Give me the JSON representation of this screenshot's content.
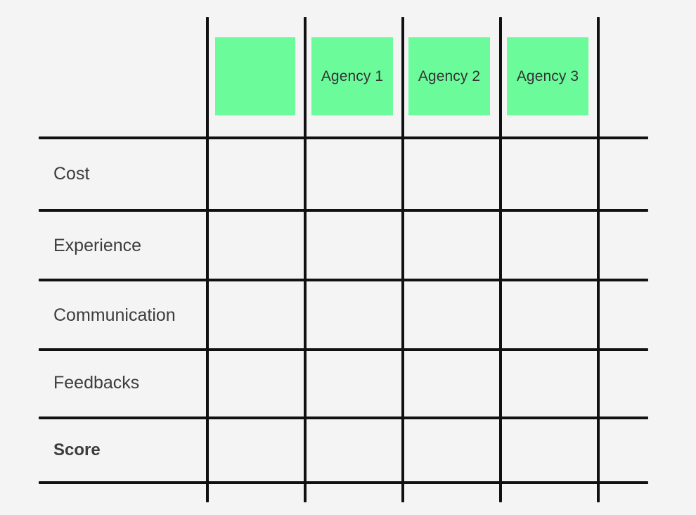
{
  "board": {
    "background_color": "#f4f4f4",
    "stroke_color": "#111111",
    "accent_color": "#6bfb9b",
    "text_color": "#3c3c3c"
  },
  "table": {
    "corner_header": {
      "label": "",
      "has_card": true
    },
    "column_headers": [
      {
        "label": "",
        "name": "criteria-column"
      },
      {
        "label": "",
        "name": "header-card-blank"
      },
      {
        "label": "Agency 1",
        "name": "header-card-agency-1"
      },
      {
        "label": "Agency 2",
        "name": "header-card-agency-2"
      },
      {
        "label": "Agency 3",
        "name": "header-card-agency-3"
      },
      {
        "label": "",
        "name": "header-card-spare"
      }
    ],
    "rows": [
      {
        "label": "Cost",
        "emphasis": "normal",
        "values": [
          "",
          "",
          "",
          ""
        ]
      },
      {
        "label": "Experience",
        "emphasis": "normal",
        "values": [
          "",
          "",
          "",
          ""
        ]
      },
      {
        "label": "Communication",
        "emphasis": "normal",
        "values": [
          "",
          "",
          "",
          ""
        ]
      },
      {
        "label": "Feedbacks",
        "emphasis": "normal",
        "values": [
          "",
          "",
          "",
          ""
        ]
      },
      {
        "label": "Score",
        "emphasis": "bold",
        "values": [
          "",
          "",
          "",
          ""
        ]
      }
    ]
  }
}
